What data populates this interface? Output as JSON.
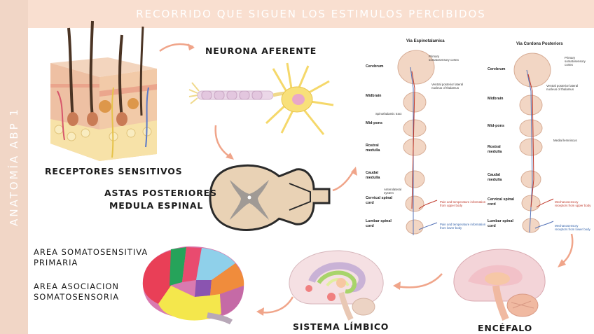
{
  "sidebar": {
    "text": "ANATOMÍA ABP 1"
  },
  "header": {
    "title": "RECORRIDO QUE SIGUEN LOS ESTIMULOS PERCIBIDOS"
  },
  "labels": {
    "neurona": "NEURONA AFERENTE",
    "receptores": "RECEPTORES SENSITIVOS",
    "astas_line1": "ASTAS POSTERIORES",
    "astas_line2": "MEDULA ESPINAL",
    "area1_line1": "AREA SOMATOSENSITIVA",
    "area1_line2": "PRIMARIA",
    "area2_line1": "AREA ASOCIACION",
    "area2_line2": "SOMATOSENSORIA",
    "limbico": "SISTEMA LÍMBICO",
    "encefalo": "ENCÉFALO"
  },
  "pathways": {
    "left_title": "Via Espinotalamica",
    "right_title": "Via Cordons Posteriors",
    "levels": [
      "Cerebrum",
      "Midbrain",
      "Mid-pons",
      "Rostral medulla",
      "Caudal medulla",
      "Cervical spinal cord",
      "Lumbar spinal cord"
    ],
    "left_notes": {
      "primary_cortex": "Primary somatosensory cortex",
      "thalamus": "Ventral posterior lateral nucleus of thalamus",
      "tract": "Spinothalamic tract",
      "anterolateral": "Anterolateral system",
      "pain_upper": "Pain and temperature information from upper body",
      "pain_lower": "Pain and temperature information from lower body"
    },
    "right_notes": {
      "primary_cortex": "Primary somatosensory cortex",
      "thalamus": "Ventral posterior lateral nucleus of thalamus",
      "lemniscus": "Medial lemniscus",
      "mech_upper": "Mechanosensory receptors from upper body",
      "mech_lower": "Mechanosensory receptors from lower body"
    }
  },
  "colors": {
    "sidebar": "#f1d6c6",
    "header": "#f9dfd0",
    "arrow": "#f0a58a"
  }
}
